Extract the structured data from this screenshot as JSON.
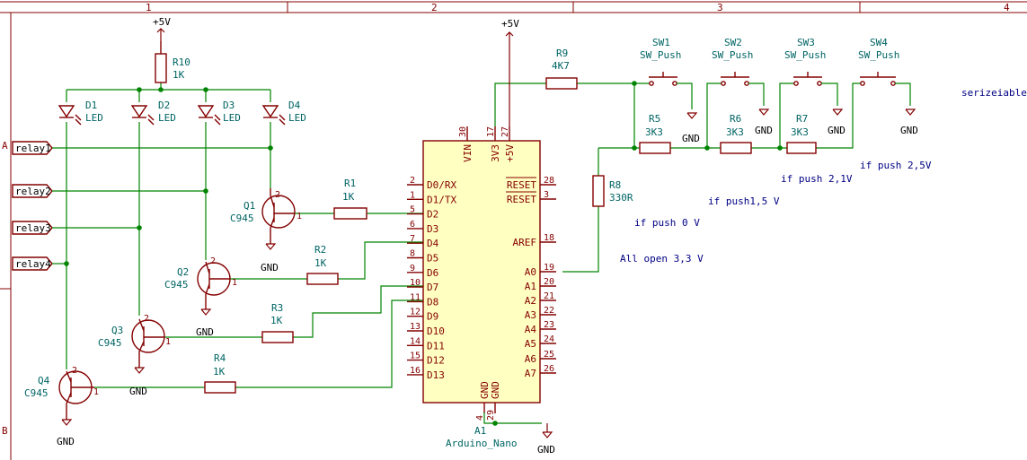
{
  "frame": {
    "columns": [
      "1",
      "2",
      "3",
      "4"
    ],
    "rows": [
      "A",
      "B"
    ]
  },
  "nets": {
    "relay1": "relay1",
    "relay2": "relay2",
    "relay3": "relay3",
    "relay4": "relay4"
  },
  "power": {
    "vcc": "+5V",
    "gnd": "GND"
  },
  "components": {
    "R10": {
      "ref": "R10",
      "value": "1K"
    },
    "R1": {
      "ref": "R1",
      "value": "1K"
    },
    "R2": {
      "ref": "R2",
      "value": "1K"
    },
    "R3": {
      "ref": "R3",
      "value": "1K"
    },
    "R4": {
      "ref": "R4",
      "value": "1K"
    },
    "R5": {
      "ref": "R5",
      "value": "3K3"
    },
    "R6": {
      "ref": "R6",
      "value": "3K3"
    },
    "R7": {
      "ref": "R7",
      "value": "3K3"
    },
    "R8": {
      "ref": "R8",
      "value": "330R"
    },
    "R9": {
      "ref": "R9",
      "value": "4K7"
    },
    "D1": {
      "ref": "D1",
      "value": "LED"
    },
    "D2": {
      "ref": "D2",
      "value": "LED"
    },
    "D3": {
      "ref": "D3",
      "value": "LED"
    },
    "D4": {
      "ref": "D4",
      "value": "LED"
    },
    "Q1": {
      "ref": "Q1",
      "value": "C945"
    },
    "Q2": {
      "ref": "Q2",
      "value": "C945"
    },
    "Q3": {
      "ref": "Q3",
      "value": "C945"
    },
    "Q4": {
      "ref": "Q4",
      "value": "C945"
    },
    "SW1": {
      "ref": "SW1",
      "value": "SW_Push"
    },
    "SW2": {
      "ref": "SW2",
      "value": "SW_Push"
    },
    "SW3": {
      "ref": "SW3",
      "value": "SW_Push"
    },
    "SW4": {
      "ref": "SW4",
      "value": "SW_Push"
    },
    "A1": {
      "ref": "A1",
      "value": "Arduino_Nano"
    }
  },
  "arduino_pins": {
    "top": [
      {
        "name": "VIN",
        "num": "30"
      },
      {
        "name": "3V3",
        "num": "17"
      },
      {
        "name": "+5V",
        "num": "27"
      }
    ],
    "left": [
      {
        "name": "D0/RX",
        "num": "2"
      },
      {
        "name": "D1/TX",
        "num": "1"
      },
      {
        "name": "D2",
        "num": "5"
      },
      {
        "name": "D3",
        "num": "6"
      },
      {
        "name": "D4",
        "num": "7"
      },
      {
        "name": "D5",
        "num": "8"
      },
      {
        "name": "D6",
        "num": "9"
      },
      {
        "name": "D7",
        "num": "10"
      },
      {
        "name": "D8",
        "num": "11"
      },
      {
        "name": "D9",
        "num": "12"
      },
      {
        "name": "D10",
        "num": "13"
      },
      {
        "name": "D11",
        "num": "14"
      },
      {
        "name": "D12",
        "num": "15"
      },
      {
        "name": "D13",
        "num": "16"
      }
    ],
    "right": [
      {
        "name": "RESET",
        "num": "28"
      },
      {
        "name": "RESET",
        "num": "3"
      },
      {
        "name": "AREF",
        "num": "18"
      },
      {
        "name": "A0",
        "num": "19"
      },
      {
        "name": "A1",
        "num": "20"
      },
      {
        "name": "A2",
        "num": "21"
      },
      {
        "name": "A3",
        "num": "22"
      },
      {
        "name": "A4",
        "num": "23"
      },
      {
        "name": "A5",
        "num": "24"
      },
      {
        "name": "A6",
        "num": "25"
      },
      {
        "name": "A7",
        "num": "26"
      }
    ],
    "bottom": [
      {
        "name": "GND",
        "num": "4"
      },
      {
        "name": "GND",
        "num": "29"
      }
    ]
  },
  "notes": {
    "serial": "serizeiable",
    "push_2_5": "if push 2,5V",
    "push_2_1": "if push 2,1V",
    "push_1_5": "if push1,5 V",
    "push_0": "if push 0 V",
    "all_open": "All open 3,3 V"
  },
  "colors": {
    "wire": "#008400",
    "component": "#840000",
    "body_fill": "#ffffc2",
    "reference": "#006464",
    "note": "#000084"
  }
}
